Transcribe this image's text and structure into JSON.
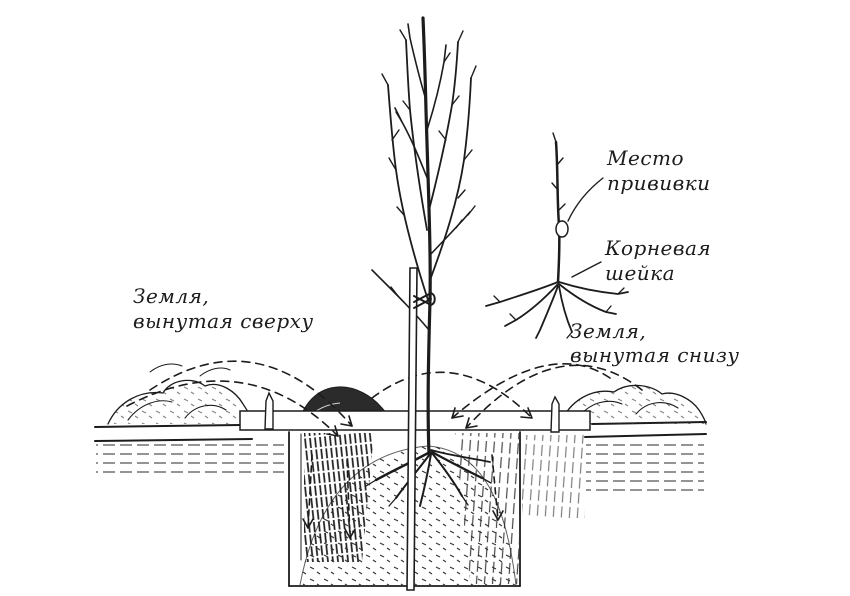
{
  "figure": {
    "background": "#ffffff",
    "ink_color": "#1c1c1c"
  },
  "labels": {
    "graft_site": {
      "line1": "Место",
      "line2": "прививки"
    },
    "root_collar": {
      "line1": "Корневая",
      "line2": "шейка"
    },
    "soil_from_top": {
      "line1": "Земля,",
      "line2": "вынутая сверху"
    },
    "soil_from_bottom": {
      "line1": "Земля,",
      "line2": "вынутая снизу"
    }
  }
}
